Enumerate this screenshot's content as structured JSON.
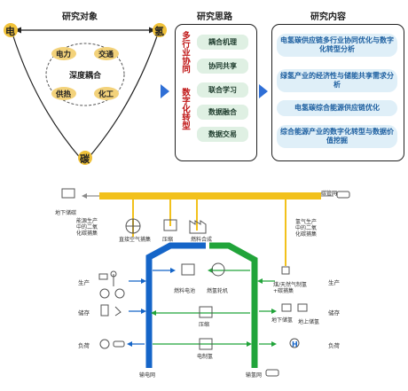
{
  "top": {
    "left_title": "研究对象",
    "mid_title": "研究思路",
    "right_title": "研究内容",
    "corners": {
      "elec": "电",
      "h2": "氢",
      "carbon": "碳"
    },
    "coupling": {
      "center": "深度耦合",
      "items": [
        "电力",
        "交通",
        "供热",
        "化工"
      ]
    },
    "thinking": {
      "group1_label": "多行业协同",
      "group2_label": "数字化转型",
      "items": [
        "耦合机理",
        "协同共享",
        "联合学习",
        "数据融合",
        "数据交易"
      ]
    },
    "contents": [
      "电氢碳供应链多行业协同优化与数字化转型分析",
      "绿氢产业的经济性与储能共享需求分析",
      "电氢碳综合能源供应链优化",
      "综合能源产业的数字化转型与数据价值挖掘"
    ]
  },
  "bottom": {
    "carbon_network": "碳管网",
    "underground_storage": "地下储碳",
    "power_gen_capture": "能源生产中的二氧化碳捕集",
    "h2_gen_capture": "氢气生产中的二氧化碳捕集",
    "direct_air_capture": "直接空气捕集",
    "compress_top": "压缩",
    "fuel_synthesis": "燃料合成",
    "fuel_cell": "燃料电池",
    "gas_turbine": "燃氢轮机",
    "coal_gas_h2": "煤/天然气制氢+碳捕集",
    "compress_mid": "压缩",
    "underground_h2": "地下储氢",
    "above_ground_h2": "地上储氢",
    "electrolysis": "电制氢",
    "h2_symbol": "H",
    "grid": "输电网",
    "h2_network": "输氢网",
    "left_rows": [
      "生产",
      "储存",
      "负荷"
    ],
    "right_rows": [
      "生产",
      "储存",
      "负荷"
    ]
  }
}
